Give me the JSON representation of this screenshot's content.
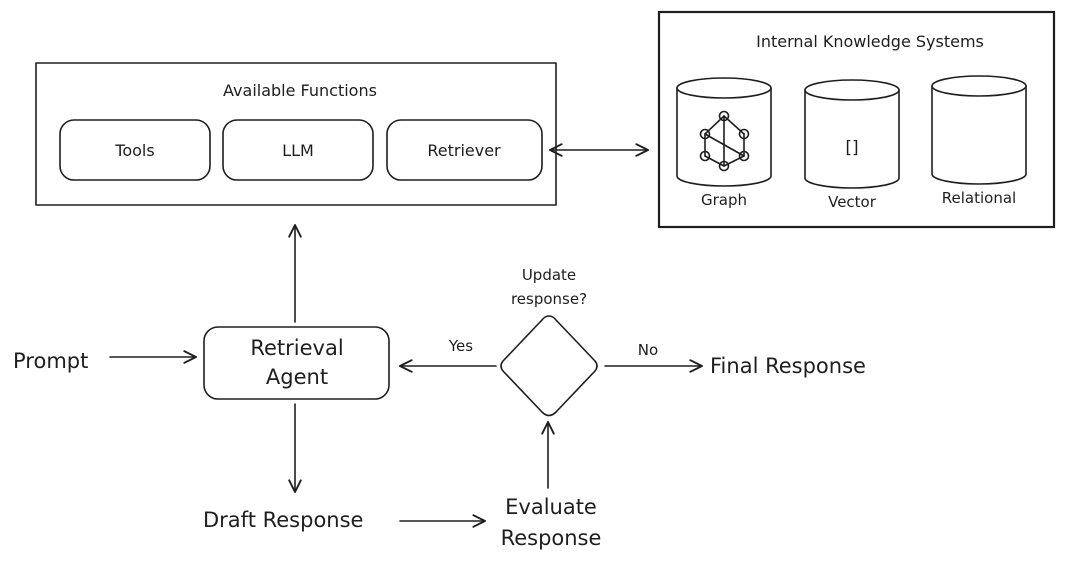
{
  "functions": {
    "title": "Available Functions",
    "items": [
      "Tools",
      "LLM",
      "Retriever"
    ]
  },
  "knowledge": {
    "title": "Internal Knowledge Systems",
    "stores": [
      {
        "label": "Graph",
        "color": "#a5c8f5",
        "top_color": "#5b92e5"
      },
      {
        "label": "Vector",
        "color": "#5fb86a",
        "top_color": "#5fb86a",
        "glyph": "[]"
      },
      {
        "label": "Relational",
        "color": "#2f5f8f",
        "top_color": "#2f5f8f"
      }
    ]
  },
  "flow": {
    "prompt": "Prompt",
    "agent_line1": "Retrieval",
    "agent_line2": "Agent",
    "draft": "Draft Response",
    "evaluate_line1": "Evaluate",
    "evaluate_line2": "Response",
    "decision_line1": "Update",
    "decision_line2": "response?",
    "yes": "Yes",
    "no": "No",
    "final": "Final Response"
  },
  "colors": {
    "function_fill": "#eaf7ec",
    "agent_fill": "#e3f1fb",
    "decision_fill": "#fdd39e"
  }
}
